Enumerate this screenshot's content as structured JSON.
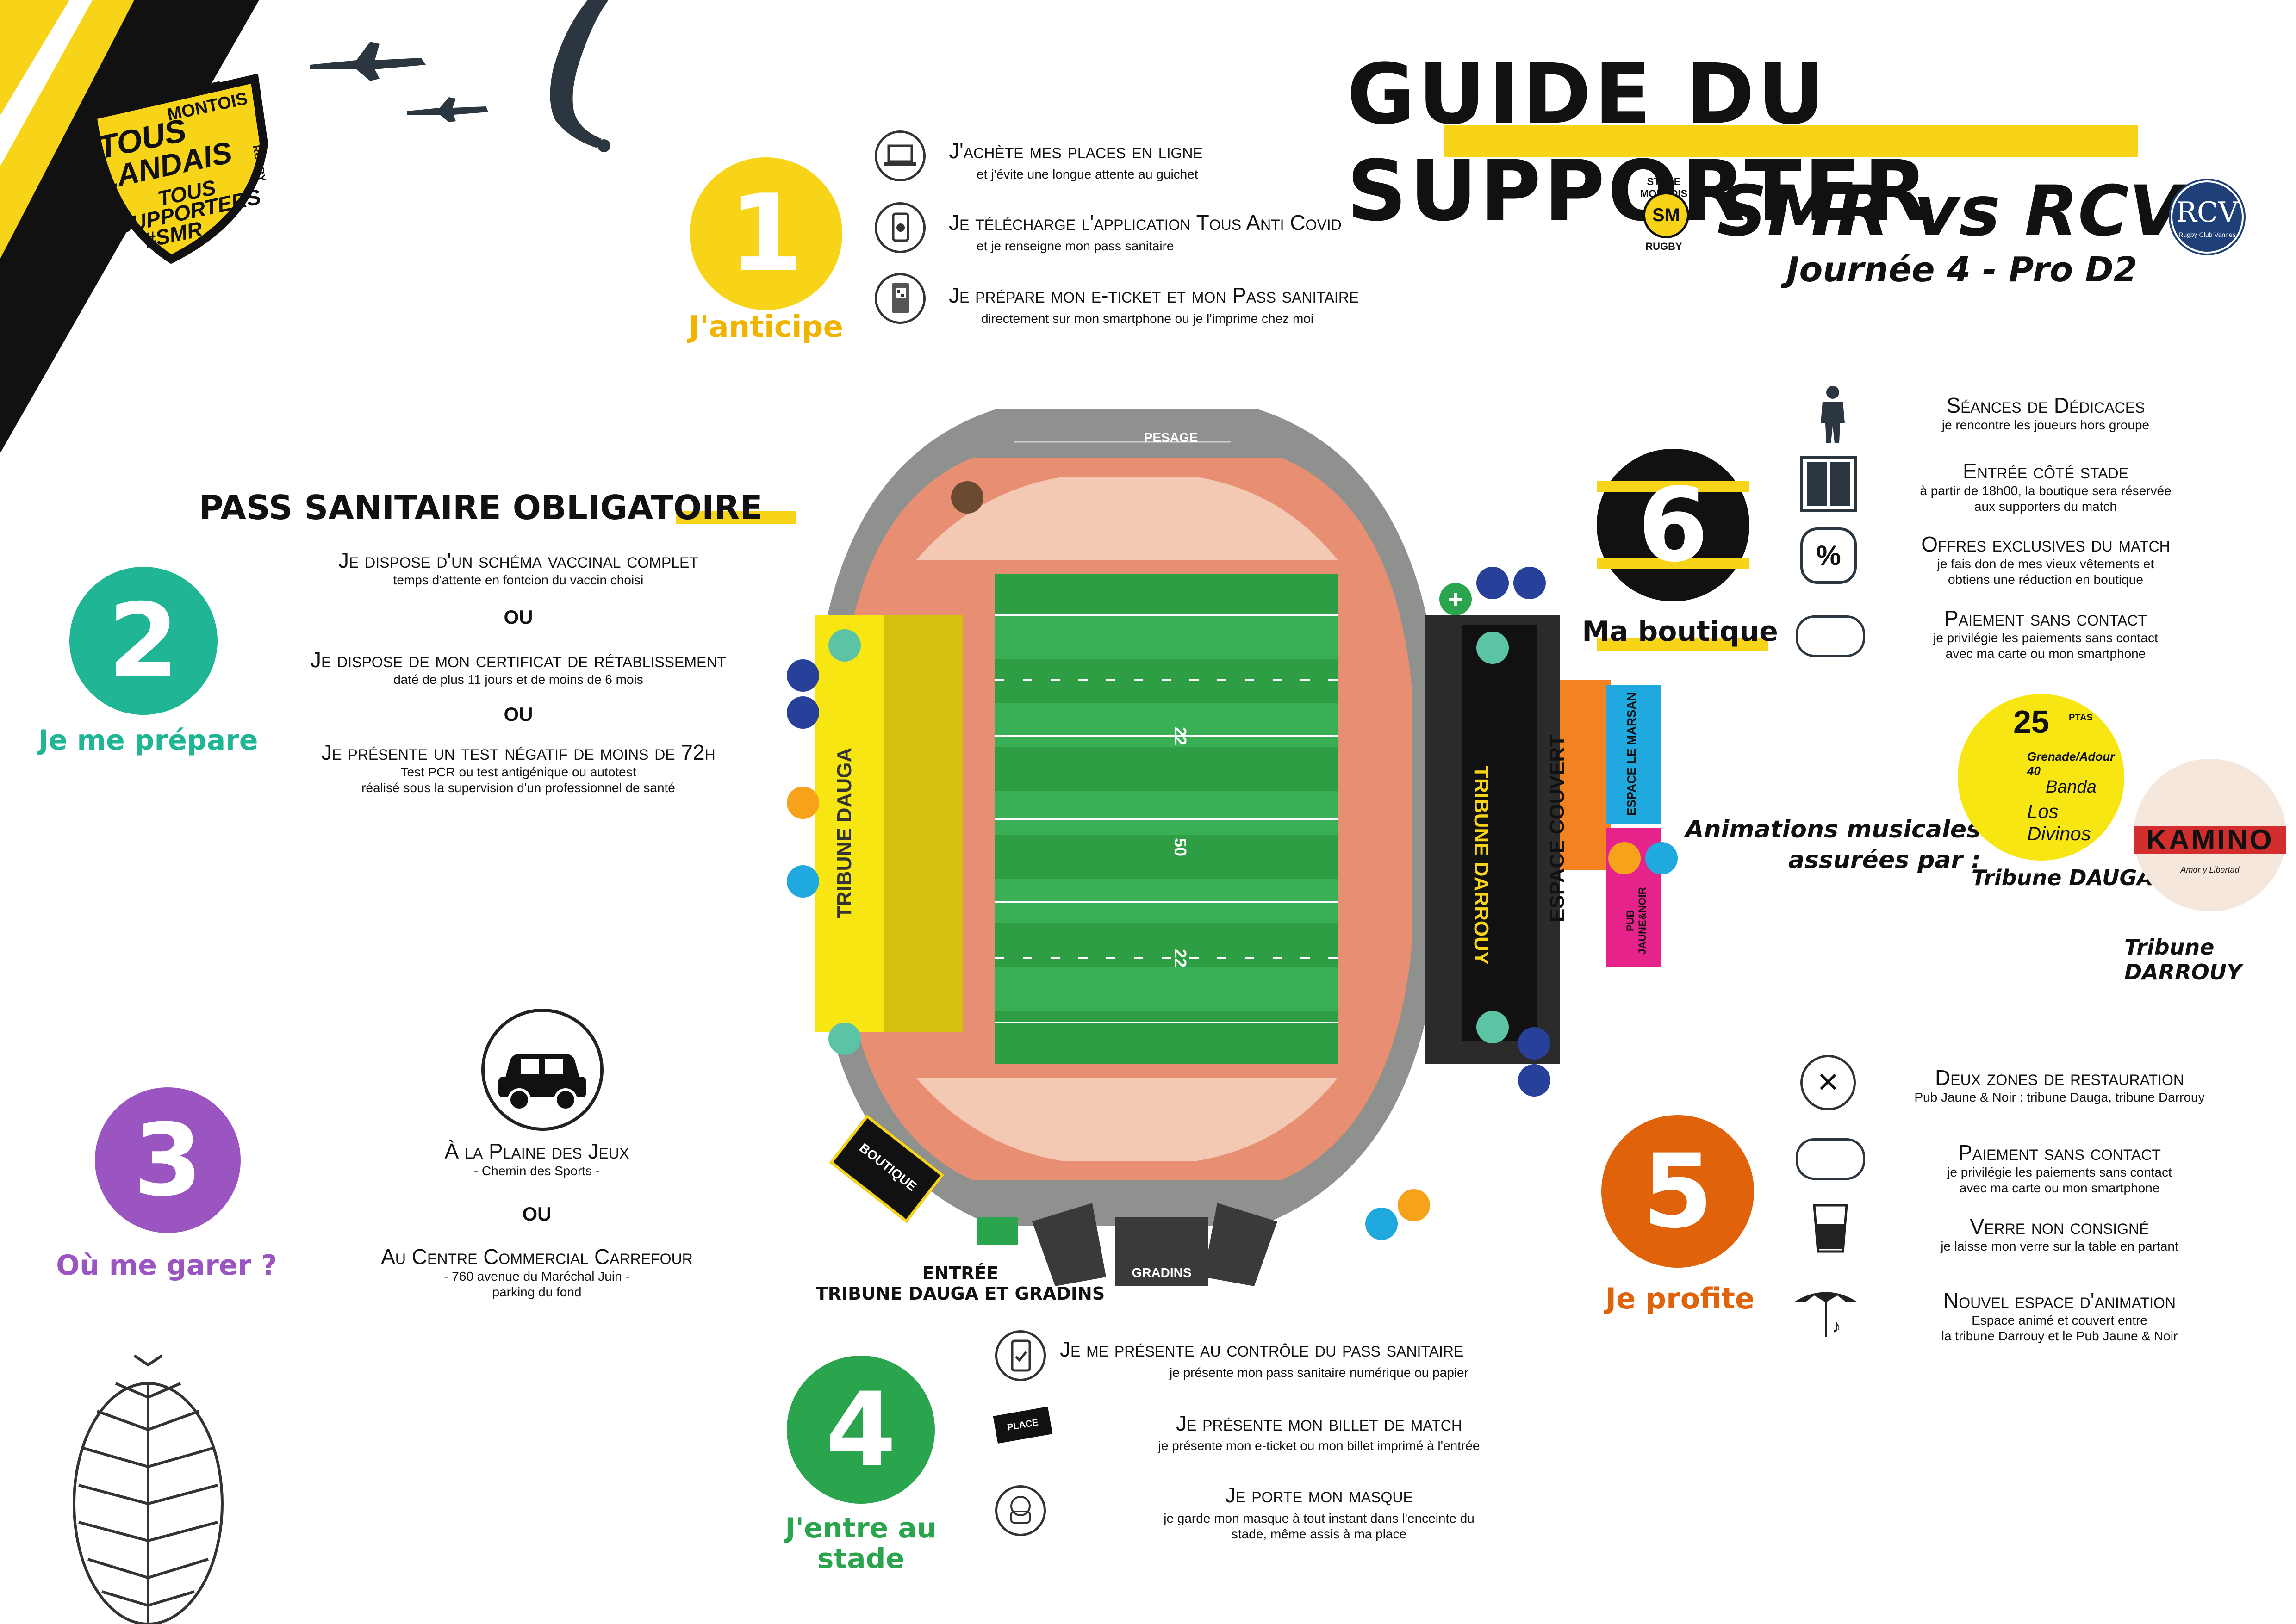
{
  "header": {
    "title": "GUIDE DU SUPPORTER",
    "match": "SMR vs RCV",
    "subtitle": "Journée 4 - Pro D2",
    "home_badge_top": "STADE MONTOIS",
    "home_badge_mid": "SM",
    "home_badge_bottom": "RUGBY",
    "away_badge": "RCV",
    "away_badge_sub": "Rugby Club Vannes"
  },
  "logo": {
    "line1": "STADE",
    "line2": "MONTOIS",
    "line3": "TOUS",
    "line4": "LANDAIS",
    "line5": "TOUS",
    "line6": "SUPPORTERS",
    "line7": "#SMR",
    "side": "RUGBY"
  },
  "step1": {
    "number": "1",
    "label": "J'anticipe",
    "items": [
      {
        "title": "J'achète mes places en ligne",
        "sub": "et j'évite une longue attente au guichet",
        "icon": "laptop-icon"
      },
      {
        "title": "Je télécharge l'application Tous Anti Covid",
        "sub": "et je renseigne mon pass sanitaire",
        "icon": "phone-app-icon"
      },
      {
        "title": "Je prépare mon e-ticket et mon Pass sanitaire",
        "sub": "directement sur mon smartphone ou je l'imprime chez moi",
        "icon": "qr-phone-icon"
      }
    ]
  },
  "step2": {
    "number": "2",
    "label": "Je me prépare",
    "heading": "PASS SANITAIRE OBLIGATOIRE",
    "items": [
      {
        "title": "Je dispose d'un schéma vaccinal complet",
        "sub": "temps d'attente en fontcion du vaccin choisi"
      },
      {
        "title": "Je dispose de mon certificat de rétablissement",
        "sub": "daté de plus 11 jours et de moins de 6 mois"
      },
      {
        "title": "Je présente un  test négatif de moins de 72h",
        "sub": "Test PCR  ou test antigénique ou autotest",
        "sub2": "réalisé sous la supervision d'un professionnel de santé"
      }
    ],
    "or": "OU"
  },
  "step3": {
    "number": "3",
    "label": "Où me garer ?",
    "items": [
      {
        "title": "À la Plaine des Jeux",
        "sub": "- Chemin des Sports -"
      },
      {
        "title": "Au Centre Commercial Carrefour",
        "sub": "- 760 avenue du Maréchal Juin -",
        "sub2": "parking du fond"
      }
    ],
    "or": "OU"
  },
  "step4": {
    "number": "4",
    "label_line1": "J'entre au",
    "label_line2": "stade",
    "items": [
      {
        "title": "Je me présente au contrôle du pass sanitaire",
        "sub": "je présente mon pass sanitaire numérique ou papier",
        "icon": "pass-check-icon"
      },
      {
        "title": "Je présente mon billet de match",
        "sub": "je présente mon e-ticket ou mon billet imprimé à l'entrée",
        "icon": "ticket-icon",
        "icon_label": "PLACE"
      },
      {
        "title": "Je porte mon masque",
        "sub": "je garde mon masque à tout instant dans l'enceinte du",
        "sub2": "stade, même assis à ma place",
        "icon": "mask-icon"
      }
    ]
  },
  "step5": {
    "number": "5",
    "label": "Je profite",
    "items": [
      {
        "title": "Deux zones de restauration",
        "sub": "Pub Jaune & Noir : tribune Dauga, tribune Darrouy",
        "icon": "cutlery-icon"
      },
      {
        "title": "Paiement sans contact",
        "sub": "je privilégie les paiements sans contact",
        "sub2": "avec ma carte ou mon smartphone",
        "icon": "contactless-icon"
      },
      {
        "title": "Verre non consigné",
        "sub": "je laisse mon verre sur la table en partant",
        "icon": "glass-icon"
      },
      {
        "title": "Nouvel espace d'animation",
        "sub": "Espace animé et couvert entre",
        "sub2": "la tribune Darrouy et le Pub Jaune & Noir",
        "icon": "tent-music-icon"
      }
    ]
  },
  "step6": {
    "number": "6",
    "label": "Ma boutique",
    "items": [
      {
        "title": "Séances de Dédicaces",
        "sub": "je rencontre les joueurs hors groupe",
        "icon": "player-icon"
      },
      {
        "title": "Entrée côté stade",
        "sub": "à partir de 18h00, la boutique sera réservée",
        "sub2": "aux supporters du match",
        "icon": "door-icon"
      },
      {
        "title": "Offres exclusives du match",
        "sub": "je fais don de mes vieux vêtements et",
        "sub2": "obtiens une réduction en boutique",
        "icon": "discount-icon"
      },
      {
        "title": "Paiement sans contact",
        "sub": "je privilégie les paiements sans contact",
        "sub2": "avec ma carte ou mon smartphone",
        "icon": "contactless-icon"
      }
    ]
  },
  "music": {
    "line1": "Animations musicales",
    "line2": "assurées par :",
    "band1_num": "25",
    "band1_side": "PTAS",
    "band1_city": "Grenade/Adour 40",
    "band1_name1": "Banda",
    "band1_name2": "Los Divinos",
    "band1_tribune": "Tribune DAUGA",
    "band2_name": "KAMINO",
    "band2_sub": "Amor y Libertad",
    "band2_tribune": "Tribune DARROUY"
  },
  "map": {
    "pesage": "PESAGE",
    "gradins": "GRADINS",
    "tribune_dauga": "TRIBUNE DAUGA",
    "tribune_darrouy": "TRIBUNE DARROUY",
    "espace_couvert": "ESPACE COUVERT",
    "espace_marsan": "ESPACE LE MARSAN",
    "pub": "PUB JAUNE&NOIR",
    "boutique": "BOUTIQUE",
    "entree_line1": "ENTRÉE",
    "entree_line2": "TRIBUNE DAUGA ET GRADINS",
    "yard_labels": [
      "22",
      "50",
      "22"
    ]
  },
  "colors": {
    "yellow": "#f7d417",
    "teal": "#1fb595",
    "purple": "#9a55c0",
    "green": "#2aa54e",
    "orange": "#e0620a",
    "black": "#111111",
    "field_green": "#2e9e45",
    "track": "#e88e72",
    "grey": "#8f918f"
  }
}
